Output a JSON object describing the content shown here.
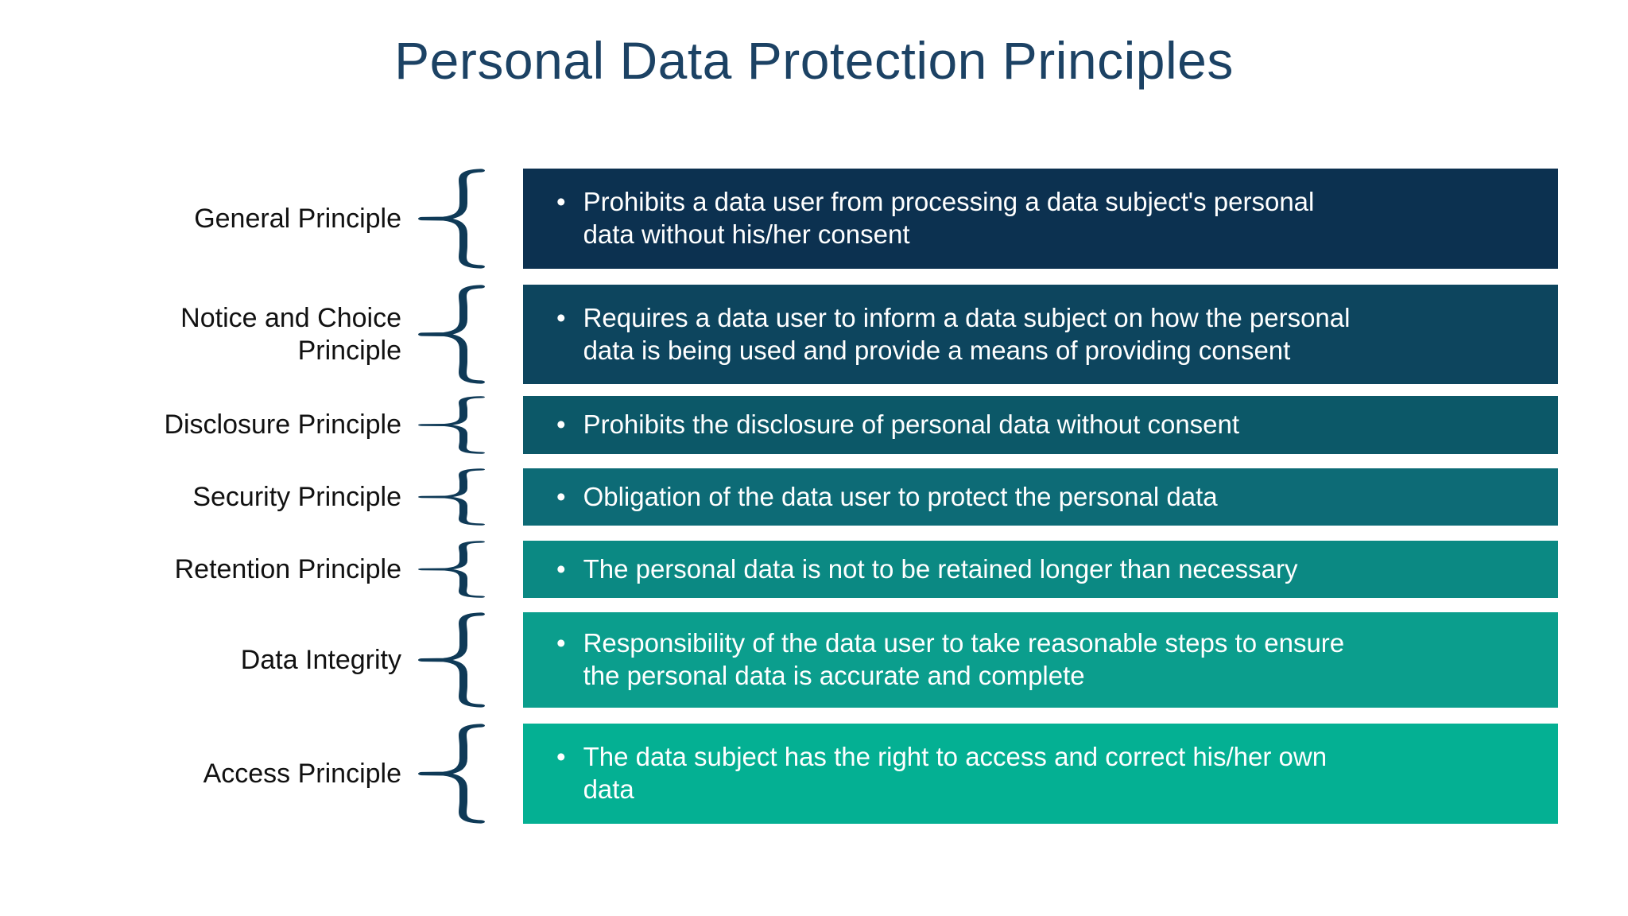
{
  "title": "Personal Data Protection Principles",
  "bullet": "•",
  "colors": {
    "title": "#1c4264",
    "brace": "#0f3a57",
    "label_text": "#111111",
    "bar_text": "#ffffff",
    "background": "#ffffff"
  },
  "rows": [
    {
      "label": "General Principle",
      "text": "Prohibits a data user from processing a data subject's personal\ndata without his/her consent",
      "color": "#0c3150"
    },
    {
      "label": "Notice and Choice\nPrinciple",
      "text": "Requires a data user to inform a data subject on how the personal\ndata is being used and provide a means of providing consent",
      "color": "#0d455e"
    },
    {
      "label": "Disclosure Principle",
      "text": "Prohibits the disclosure of personal data without consent",
      "color": "#0c5868"
    },
    {
      "label": "Security Principle",
      "text": "Obligation of the data user to protect the personal data",
      "color": "#0d6b76"
    },
    {
      "label": "Retention Principle",
      "text": "The personal data is not to be retained longer than necessary",
      "color": "#0b8983"
    },
    {
      "label": "Data Integrity",
      "text": "Responsibility of the data user to take reasonable steps to ensure\nthe personal data is accurate and complete",
      "color": "#0b9e8d"
    },
    {
      "label": "Access Principle",
      "text": "The data subject has the right to access and correct his/her own\ndata",
      "color": "#04b093"
    }
  ]
}
